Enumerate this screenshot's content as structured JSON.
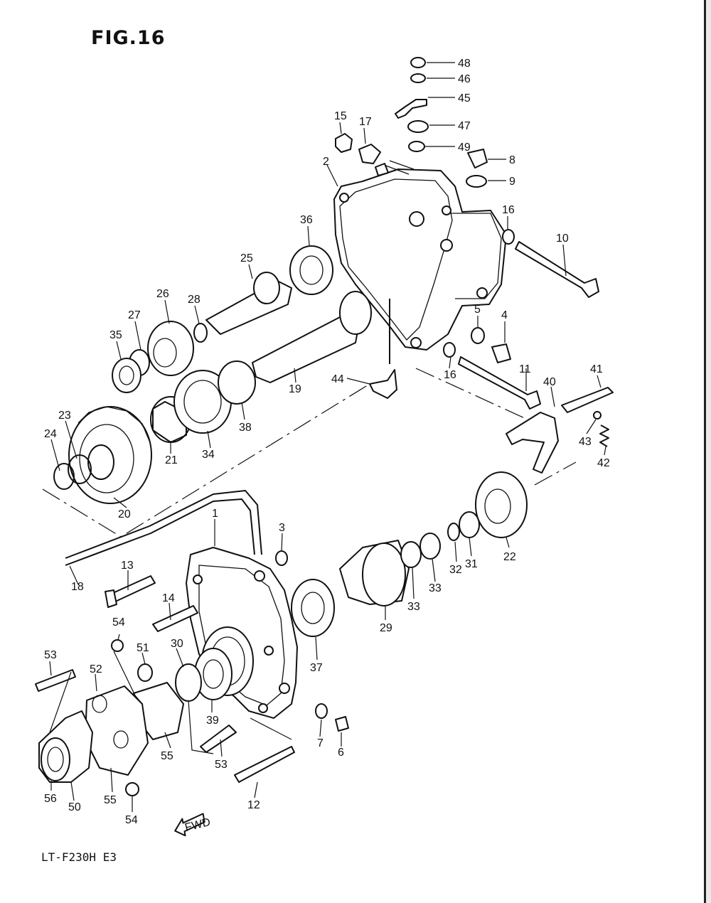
{
  "figure_title": "FIG.16",
  "model_code": "LT-F230H E3",
  "fwd_label": "FWD",
  "parts": [
    {
      "ref": "1"
    },
    {
      "ref": "2"
    },
    {
      "ref": "3"
    },
    {
      "ref": "4"
    },
    {
      "ref": "5"
    },
    {
      "ref": "6"
    },
    {
      "ref": "7"
    },
    {
      "ref": "8"
    },
    {
      "ref": "9"
    },
    {
      "ref": "10"
    },
    {
      "ref": "11"
    },
    {
      "ref": "12"
    },
    {
      "ref": "13"
    },
    {
      "ref": "14"
    },
    {
      "ref": "15"
    },
    {
      "ref": "16"
    },
    {
      "ref": "16"
    },
    {
      "ref": "17"
    },
    {
      "ref": "18"
    },
    {
      "ref": "19"
    },
    {
      "ref": "20"
    },
    {
      "ref": "21"
    },
    {
      "ref": "22"
    },
    {
      "ref": "23"
    },
    {
      "ref": "24"
    },
    {
      "ref": "25"
    },
    {
      "ref": "26"
    },
    {
      "ref": "27"
    },
    {
      "ref": "28"
    },
    {
      "ref": "29"
    },
    {
      "ref": "30"
    },
    {
      "ref": "31"
    },
    {
      "ref": "32"
    },
    {
      "ref": "33"
    },
    {
      "ref": "33"
    },
    {
      "ref": "34"
    },
    {
      "ref": "35"
    },
    {
      "ref": "36"
    },
    {
      "ref": "37"
    },
    {
      "ref": "38"
    },
    {
      "ref": "39"
    },
    {
      "ref": "40"
    },
    {
      "ref": "41"
    },
    {
      "ref": "42"
    },
    {
      "ref": "43"
    },
    {
      "ref": "44"
    },
    {
      "ref": "45"
    },
    {
      "ref": "46"
    },
    {
      "ref": "47"
    },
    {
      "ref": "48"
    },
    {
      "ref": "49"
    },
    {
      "ref": "50"
    },
    {
      "ref": "51"
    },
    {
      "ref": "52"
    },
    {
      "ref": "53"
    },
    {
      "ref": "53"
    },
    {
      "ref": "54"
    },
    {
      "ref": "54"
    },
    {
      "ref": "55"
    },
    {
      "ref": "55"
    },
    {
      "ref": "56"
    }
  ]
}
